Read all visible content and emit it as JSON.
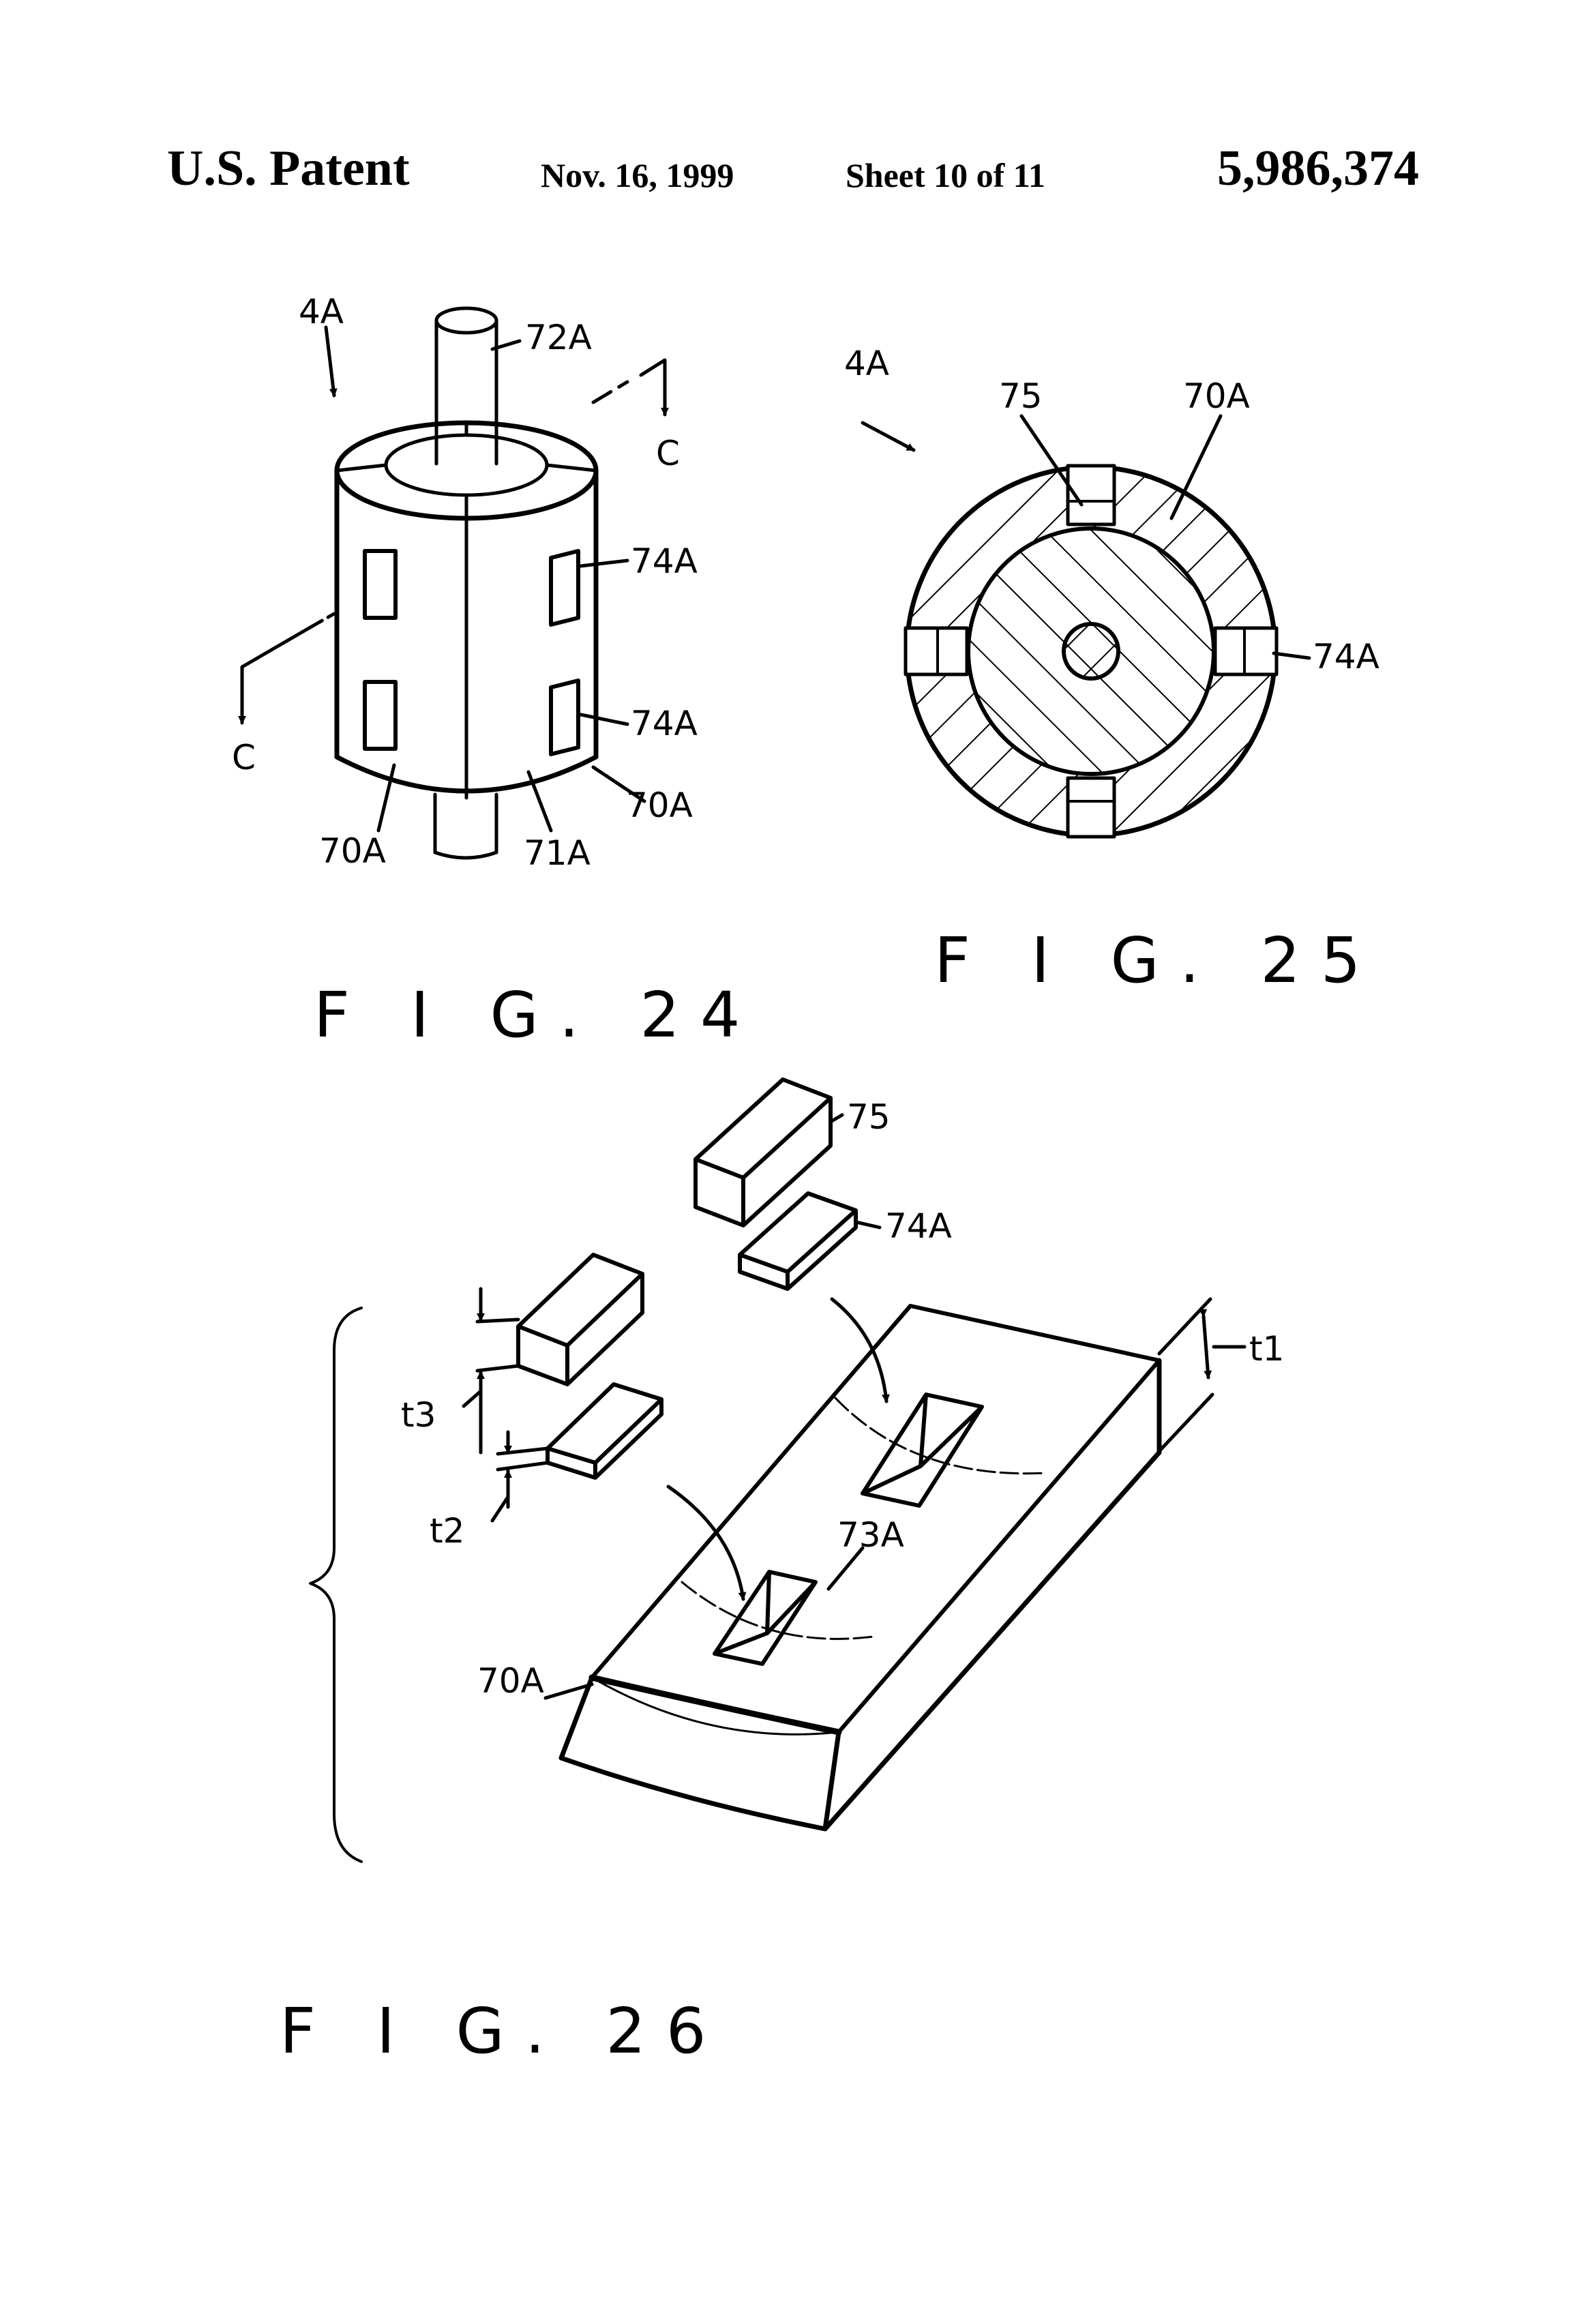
{
  "header": {
    "left": "U.S. Patent",
    "date": "Nov. 16, 1999",
    "sheet": "Sheet 10 of 11",
    "number": "5,986,374"
  },
  "fig24": {
    "caption": "F I G. 24",
    "labels": {
      "assembly": "4A",
      "shaft": "72A",
      "section_top": "C",
      "section_bottom": "C",
      "magnet_upper": "74A",
      "magnet_lower": "74A",
      "core_left": "70A",
      "seam": "71A",
      "core_right": "70A"
    }
  },
  "fig25": {
    "caption": "F I G. 25",
    "labels": {
      "assembly": "4A",
      "spacer": "75",
      "core": "70A",
      "magnet": "74A"
    }
  },
  "fig26": {
    "caption": "F I G. 26",
    "labels": {
      "spacer": "75",
      "magnet": "74A",
      "thickness_1": "t1",
      "thickness_3": "t3",
      "thickness_2": "t2",
      "slot": "73A",
      "core": "70A"
    }
  }
}
